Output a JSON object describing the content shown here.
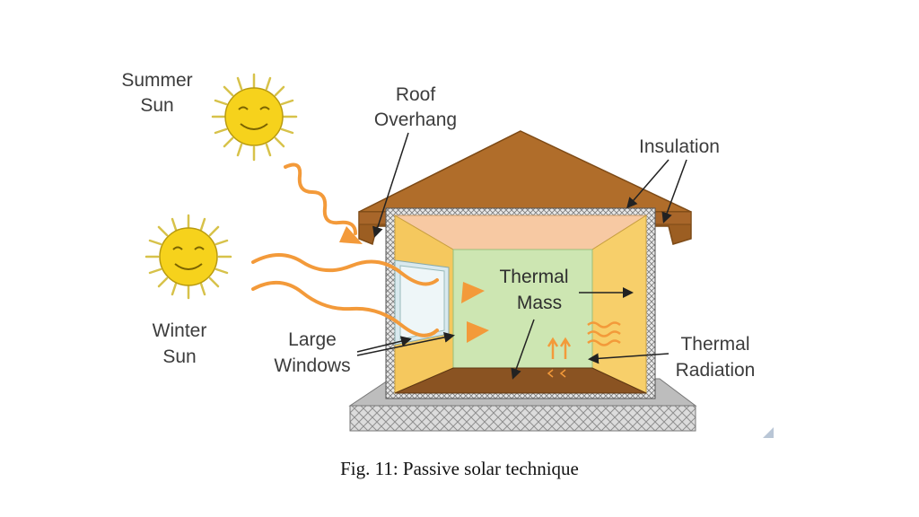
{
  "labels": {
    "summer_sun_line1": "Summer",
    "summer_sun_line2": "Sun",
    "winter_sun_line1": "Winter",
    "winter_sun_line2": "Sun",
    "roof_overhang_line1": "Roof",
    "roof_overhang_line2": "Overhang",
    "insulation": "Insulation",
    "thermal_mass_line1": "Thermal",
    "thermal_mass_line2": "Mass",
    "thermal_radiation_line1": "Thermal",
    "thermal_radiation_line2": "Radiation",
    "large_windows_line1": "Large",
    "large_windows_line2": "Windows"
  },
  "caption": "Fig. 11: Passive solar technique",
  "colors": {
    "sun_fill": "#f6d21c",
    "sun_stroke": "#b89a10",
    "sun_ray": "#d7c24a",
    "arrow_orange": "#f39a3a",
    "roof": "#b06d2a",
    "roof_dark": "#8a531c",
    "ceiling": "#f7c9a3",
    "wall_yellow": "#f7cf6a",
    "back_wall": "#cde6b2",
    "floor": "#8a5322",
    "foundation": "#d0d0d0"
  },
  "icons": {
    "summer_sun": "smiling-sun-icon",
    "winter_sun": "smiling-sun-icon"
  }
}
